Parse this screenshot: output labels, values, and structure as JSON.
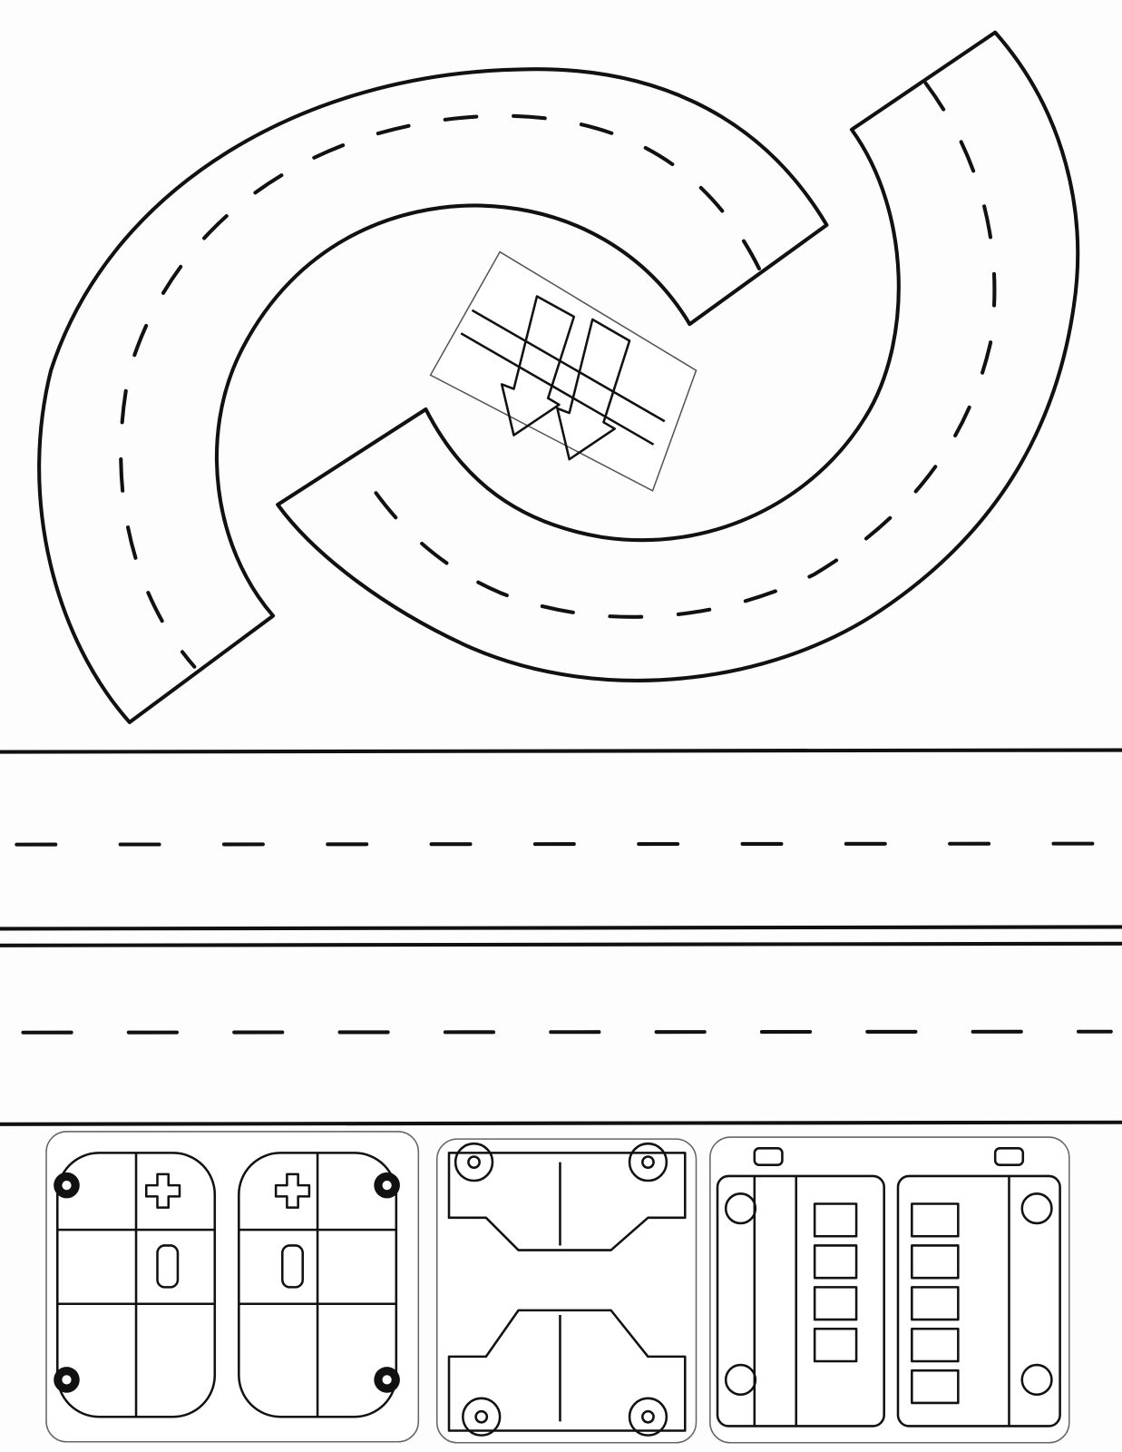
{
  "colors": {
    "ink": "#111111",
    "paper": "#fdfdfd"
  },
  "sheet": {
    "curved_roads": 2,
    "straight_roads": 2,
    "vehicle_cards": [
      "ambulance",
      "car",
      "bus"
    ]
  }
}
